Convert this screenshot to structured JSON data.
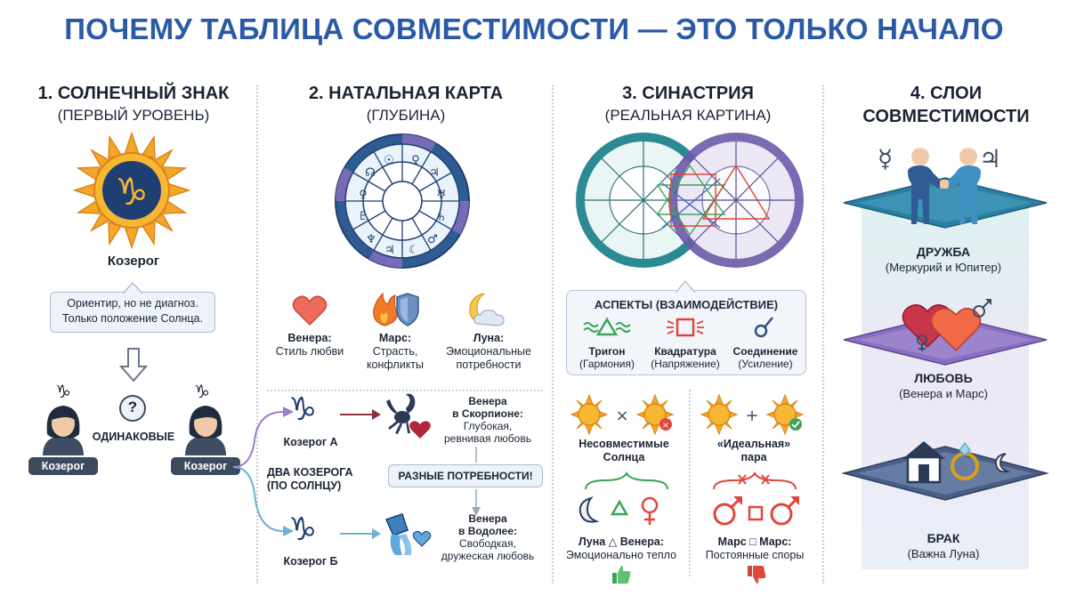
{
  "title": "ПОЧЕМУ ТАБЛИЦА СОВМЕСТИМОСТИ — ЭТО ТОЛЬКО НАЧАЛО",
  "col1": {
    "heading": "1. СОЛНЕЧНЫЙ ЗНАК",
    "sub": "(ПЕРВЫЙ УРОВЕНЬ)",
    "sign_name": "Козерог",
    "note_line1": "Ориентир, но не диагноз.",
    "note_line2": "Только положение Солнца.",
    "question": "?",
    "same_label": "ОДИНАКОВЫЕ",
    "person_left": "Козерог",
    "person_right": "Козерог",
    "glyph": "♑"
  },
  "col2": {
    "heading": "2. НАТАЛЬНАЯ КАРТА",
    "sub": "(ГЛУБИНА)",
    "venus_title": "Венера:",
    "venus_text": "Стиль любви",
    "mars_title": "Марс:",
    "mars_text1": "Страсть,",
    "mars_text2": "конфликты",
    "moon_title": "Луна:",
    "moon_text1": "Эмоциональные",
    "moon_text2": "потребности",
    "cap_a": "Козерог А",
    "cap_b": "Козерог Б",
    "two_caps1": "ДВА КОЗЕРОГА",
    "two_caps2": "(ПО СОЛНЦУ)",
    "venus_scorpio_1": "Венера",
    "venus_scorpio_2": "в Скорпионе:",
    "venus_scorpio_3": "Глубокая,",
    "venus_scorpio_4": "ревнивая любовь",
    "diff_needs": "РАЗНЫЕ ПОТРЕБНОСТИ!",
    "venus_aqua_1": "Венера",
    "venus_aqua_2": "в Водолее:",
    "venus_aqua_3": "Свободкая,",
    "venus_aqua_4": "дружеская любовь"
  },
  "col3": {
    "heading": "3. СИНАСТРИЯ",
    "sub": "(РЕАЛЬНАЯ КАРТИНА)",
    "aspects_title": "АСПЕКТЫ (ВЗАИМОДЕЙСТВИЕ)",
    "trine": "Тригон",
    "trine_sub": "(Гармония)",
    "square": "Квадратура",
    "square_sub": "(Напряжение)",
    "conj": "Соединение",
    "conj_sub": "(Усиление)",
    "incompat1": "Несовместимые",
    "incompat2": "Солнца",
    "ideal1": "«Идеальная»",
    "ideal2": "пара",
    "moon_venus1": "Луна △ Венера:",
    "moon_venus2": "Эмоционально тепло",
    "mars_mars1": "Марс □ Марс:",
    "mars_mars2": "Постоянные споры"
  },
  "col4": {
    "heading1": "4. СЛОИ",
    "heading2": "СОВМЕСТИМОСТИ",
    "friendship": "ДРУЖБА",
    "friendship_sub": "(Меркурий и Юпитер)",
    "love": "ЛЮБОВЬ",
    "love_sub": "(Венера и Марс)",
    "marriage": "БРАК",
    "marriage_sub": "(Важна Луна)"
  },
  "colors": {
    "title": "#2a5aa6",
    "teal": "#2c8a93",
    "purple": "#6b5aa8",
    "sun": "#f3a72a",
    "red": "#e0473c",
    "green": "#3aa655"
  }
}
